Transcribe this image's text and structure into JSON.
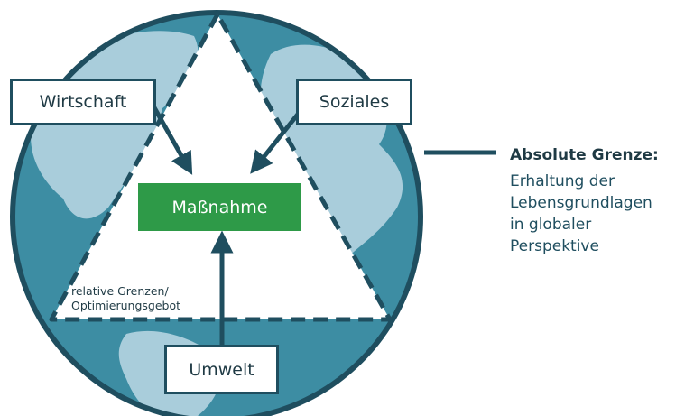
{
  "diagram": {
    "boxes": {
      "economy": "Wirtschaft",
      "social": "Soziales",
      "environment": "Umwelt",
      "measure": "Maßnahme"
    },
    "relative_limits": [
      "relative Grenzen/",
      "Optimierungsgebot"
    ],
    "legend": {
      "title": "Absolute Grenze:",
      "lines": [
        "Erhaltung der",
        "Lebensgrundlagen",
        "in globaler",
        "Perspektive"
      ]
    },
    "colors": {
      "ocean": "#3d8da3",
      "land": "#a9cddb",
      "outline": "#1f4e5f",
      "measure": "#2e9a48"
    }
  }
}
